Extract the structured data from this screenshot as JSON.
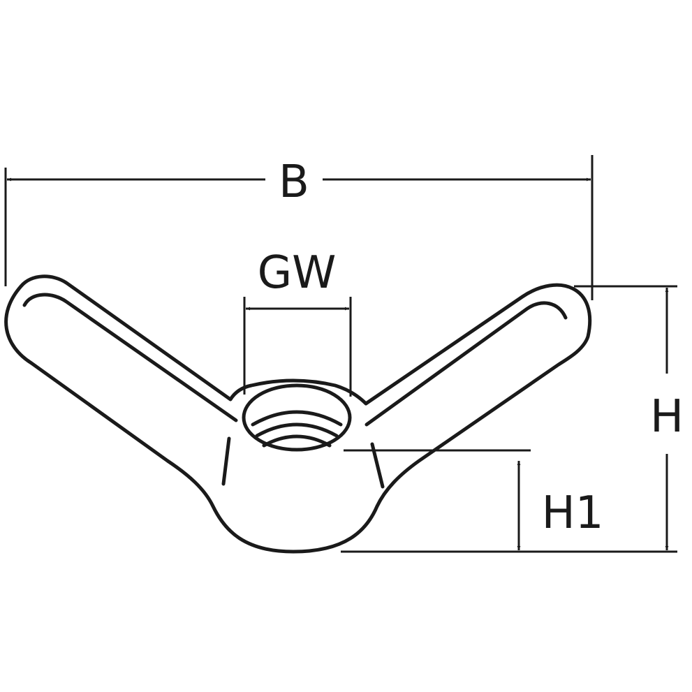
{
  "labels": {
    "b": "B",
    "gw": "GW",
    "h": "H",
    "h1": "H1"
  },
  "colors": {
    "stroke": "#1a1a1a",
    "background": "#ffffff"
  }
}
